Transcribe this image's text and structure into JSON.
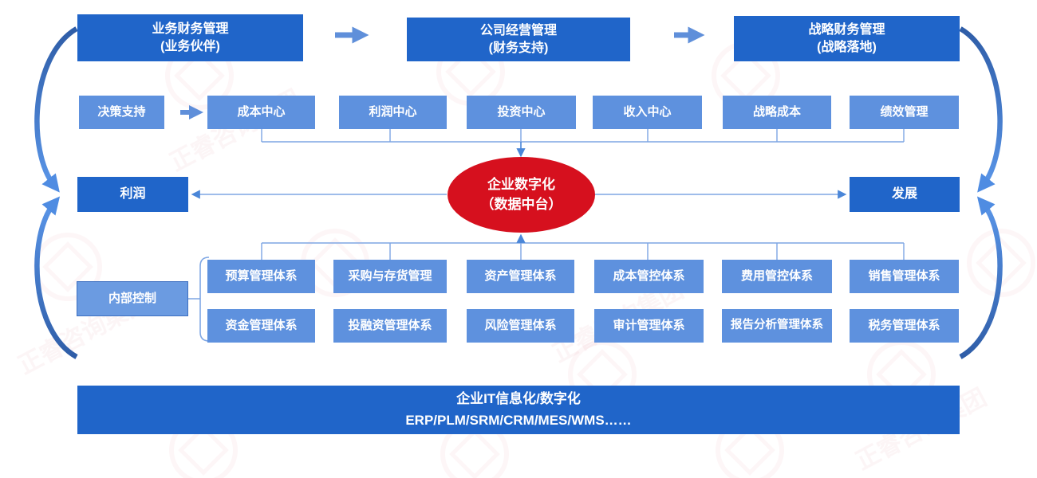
{
  "colors": {
    "dark_blue": "#2065c9",
    "light_blue": "#5e91de",
    "core_red": "#d6101e",
    "connector_blue": "#7ea6e4",
    "arrow_blue": "#5f8fda",
    "curve_dark": "#2d5ba5",
    "curve_light": "#5b97ea"
  },
  "top_flow": {
    "boxes": [
      {
        "line1": "业务财务管理",
        "line2": "(业务伙伴)"
      },
      {
        "line1": "公司经营管理",
        "line2": "(财务支持)"
      },
      {
        "line1": "战略财务管理",
        "line2": "(战略落地)"
      }
    ]
  },
  "center_row": {
    "items": [
      "决策支持",
      "成本中心",
      "利润中心",
      "投资中心",
      "收入中心",
      "战略成本",
      "绩效管理"
    ]
  },
  "core": {
    "line1": "企业数字化",
    "line2": "（数据中台）"
  },
  "left_result": "利润",
  "right_result": "发展",
  "internal_control": "内部控制",
  "systems": {
    "row1": [
      "预算管理体系",
      "采购与存货管理",
      "资产管理体系",
      "成本管控体系",
      "费用管控体系",
      "销售管理体系"
    ],
    "row2": [
      "资金管理体系",
      "投融资管理体系",
      "风险管理体系",
      "审计管理体系",
      "报告分析管理体系",
      "税务管理体系"
    ]
  },
  "it_bar": {
    "line1": "企业IT信息化/数字化",
    "line2": "ERP/PLM/SRM/CRM/MES/WMS……"
  },
  "watermark": {
    "text": "正睿咨询集团"
  }
}
